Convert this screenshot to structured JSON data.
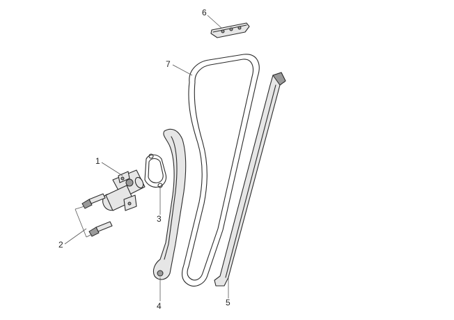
{
  "callouts": [
    {
      "id": "1",
      "text": "1"
    },
    {
      "id": "2",
      "text": "2"
    },
    {
      "id": "3",
      "text": "3"
    },
    {
      "id": "4",
      "text": "4"
    },
    {
      "id": "5",
      "text": "5"
    },
    {
      "id": "6",
      "text": "6"
    },
    {
      "id": "7",
      "text": "7"
    }
  ],
  "colors": {
    "line": "#2a2a2a",
    "part_fill": "#e6e6e6",
    "shade": "#9a9a9a",
    "background": "#ffffff"
  }
}
